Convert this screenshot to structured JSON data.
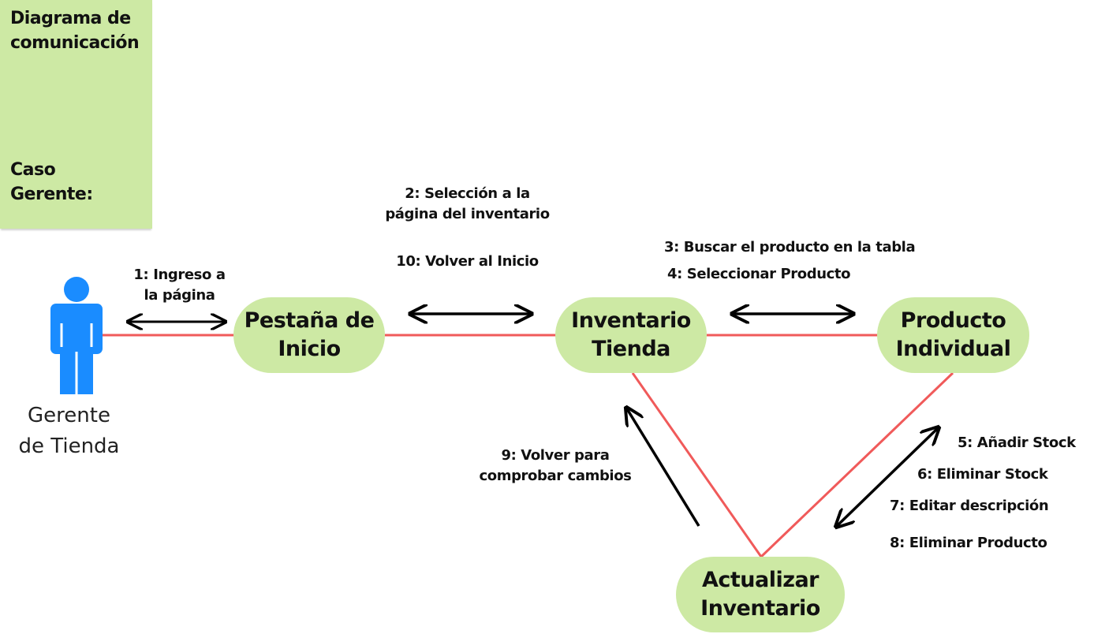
{
  "note": {
    "title": "Diagrama de comunicación",
    "subtitle": "Caso Gerente:"
  },
  "actor": {
    "label": "Gerente\nde Tienda",
    "icon": "person-icon",
    "color": "#1a8cff"
  },
  "nodes": {
    "pestana_inicio": "Pestaña de\nInicio",
    "inventario_tienda": "Inventario\nTienda",
    "producto_individual": "Producto\nIndividual",
    "actualizar_inventario": "Actualizar\nInventario"
  },
  "messages": {
    "m1": "1: Ingreso a\nla página",
    "m2": "2: Selección a la\npágina del inventario",
    "m10": "10: Volver al Inicio",
    "m3": "3: Buscar el producto en la tabla",
    "m4": "4: Seleccionar Producto",
    "m5": "5: Añadir Stock",
    "m6": "6: Eliminar Stock",
    "m7": "7: Editar descripción",
    "m8": "8: Eliminar Producto",
    "m9": "9: Volver para\ncomprobar cambios"
  },
  "colors": {
    "node_fill": "#cde9a4",
    "link_line": "#f05a5a",
    "arrow": "#000000"
  }
}
